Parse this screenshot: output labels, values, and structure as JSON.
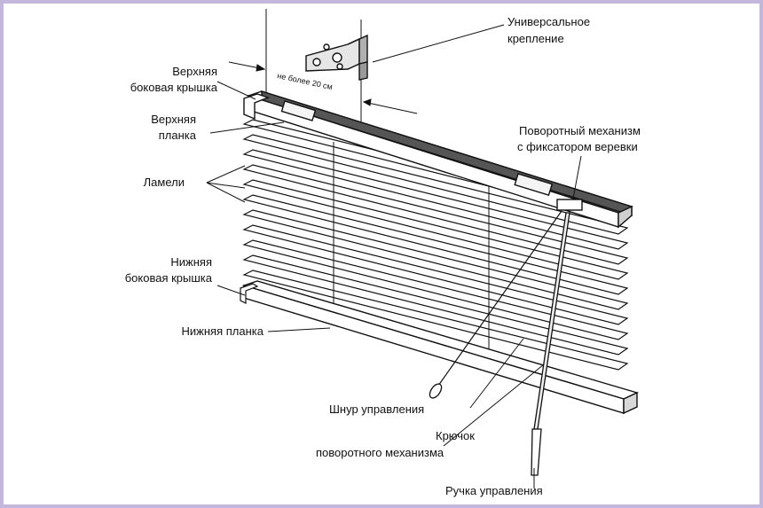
{
  "colors": {
    "frame": "#c4b7de",
    "paper": "#ffffff",
    "ink": "#111111",
    "rail_dark": "#555555"
  },
  "labels": {
    "universal_mount_1": "Универсальное",
    "universal_mount_2": "крепление",
    "top_side_cap_1": "Верхняя",
    "top_side_cap_2": "боковая крышка",
    "top_rail_1": "Верхняя",
    "top_rail_2": "планка",
    "slats": "Ламели",
    "bottom_side_cap_1": "Нижняя",
    "bottom_side_cap_2": "боковая крышка",
    "bottom_rail": "Нижняя планка",
    "tilt_mechanism_1": "Поворотный механизм",
    "tilt_mechanism_2": "с фиксатором веревки",
    "control_cord": "Шнур управления",
    "hook_1": "Крючок",
    "hook_2": "поворотного механизма",
    "control_wand": "Ручка управления",
    "dimension": "не более 20 см"
  }
}
